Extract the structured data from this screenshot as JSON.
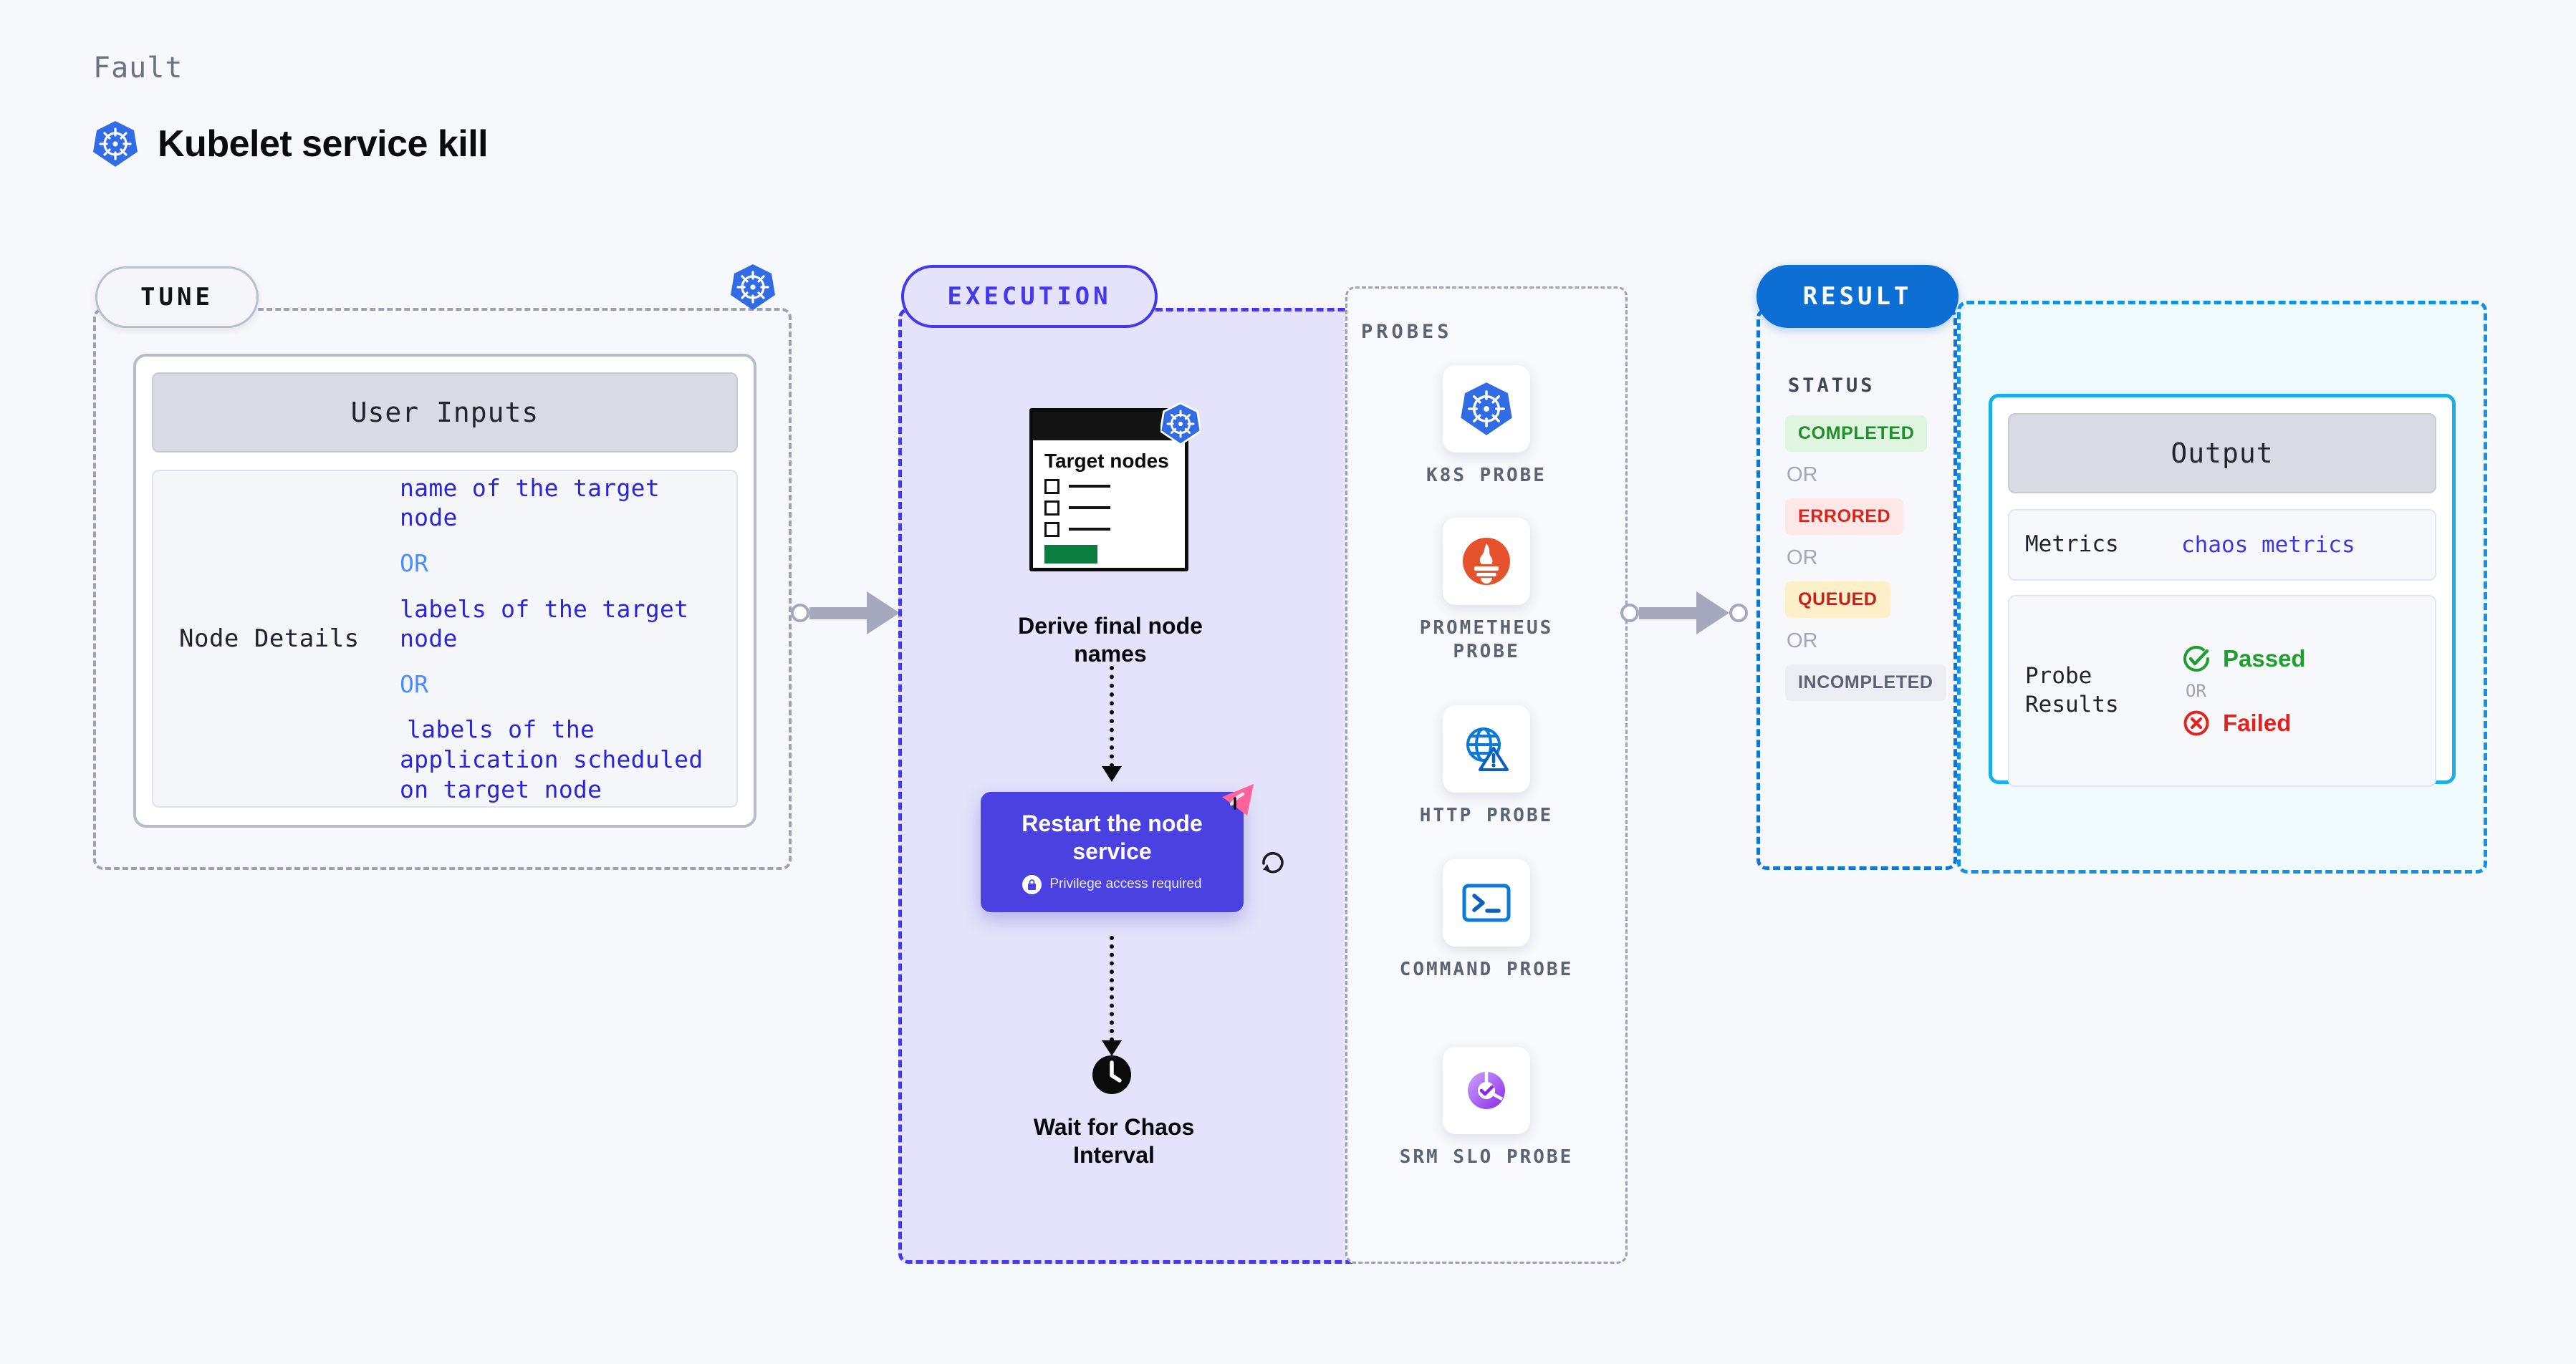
{
  "header": {
    "eyebrow": "Fault",
    "title": "Kubelet service kill",
    "logo_icon": "kubernetes-icon"
  },
  "tune": {
    "badge": "TUNE",
    "corner_icon": "kubernetes-icon",
    "card_title": "User Inputs",
    "inputs": [
      {
        "key": "Node Details",
        "values": [
          "name of the target node",
          "labels of the target node",
          "labels of the application scheduled on target node"
        ],
        "separator": "OR"
      }
    ]
  },
  "execution": {
    "badge": "EXECUTION",
    "window_card": {
      "title": "Target nodes",
      "icon": "kubernetes-icon",
      "rows": 3
    },
    "steps": [
      {
        "label": "Derive final node names"
      },
      {
        "label": "Restart the node service",
        "note": "Privilege access required",
        "note_icon": "lock-icon",
        "badge_icon": "chaos-badge-icon",
        "side_icon": "retry-icon"
      },
      {
        "label": "Wait for Chaos Interval",
        "icon": "clock-icon"
      }
    ]
  },
  "probes": {
    "title": "PROBES",
    "items": [
      {
        "label": "K8S PROBE",
        "icon": "kubernetes-icon"
      },
      {
        "label": "PROMETHEUS PROBE",
        "icon": "prometheus-icon"
      },
      {
        "label": "HTTP PROBE",
        "icon": "globe-warning-icon"
      },
      {
        "label": "COMMAND PROBE",
        "icon": "terminal-icon"
      },
      {
        "label": "SRM SLO PROBE",
        "icon": "slo-donut-icon"
      }
    ]
  },
  "result": {
    "badge": "RESULT",
    "status_title": "STATUS",
    "separator": "OR",
    "statuses": [
      {
        "label": "COMPLETED",
        "color": "#1f8f2a",
        "bg": "#dff5e0"
      },
      {
        "label": "ERRORED",
        "color": "#d8251c",
        "bg": "#fde8e7"
      },
      {
        "label": "QUEUED",
        "color": "#c2221b",
        "bg": "#fdf0c8"
      },
      {
        "label": "INCOMPLETED",
        "color": "#5c6274",
        "bg": "#eceef4"
      }
    ],
    "output": {
      "title": "Output",
      "metrics_key": "Metrics",
      "metrics_value": "chaos metrics",
      "probe_key": "Probe Results",
      "passed": "Passed",
      "failed": "Failed",
      "separator": "OR",
      "passed_icon": "check-circle-icon",
      "failed_icon": "x-circle-icon"
    }
  },
  "colors": {
    "execution_accent": "#4338ed",
    "result_accent": "#0d6fd4",
    "output_accent": "#17b0ea",
    "action_box": "#4a41e0",
    "kubernetes_blue": "#326ce5",
    "chaos_pink": "#ff6398"
  }
}
